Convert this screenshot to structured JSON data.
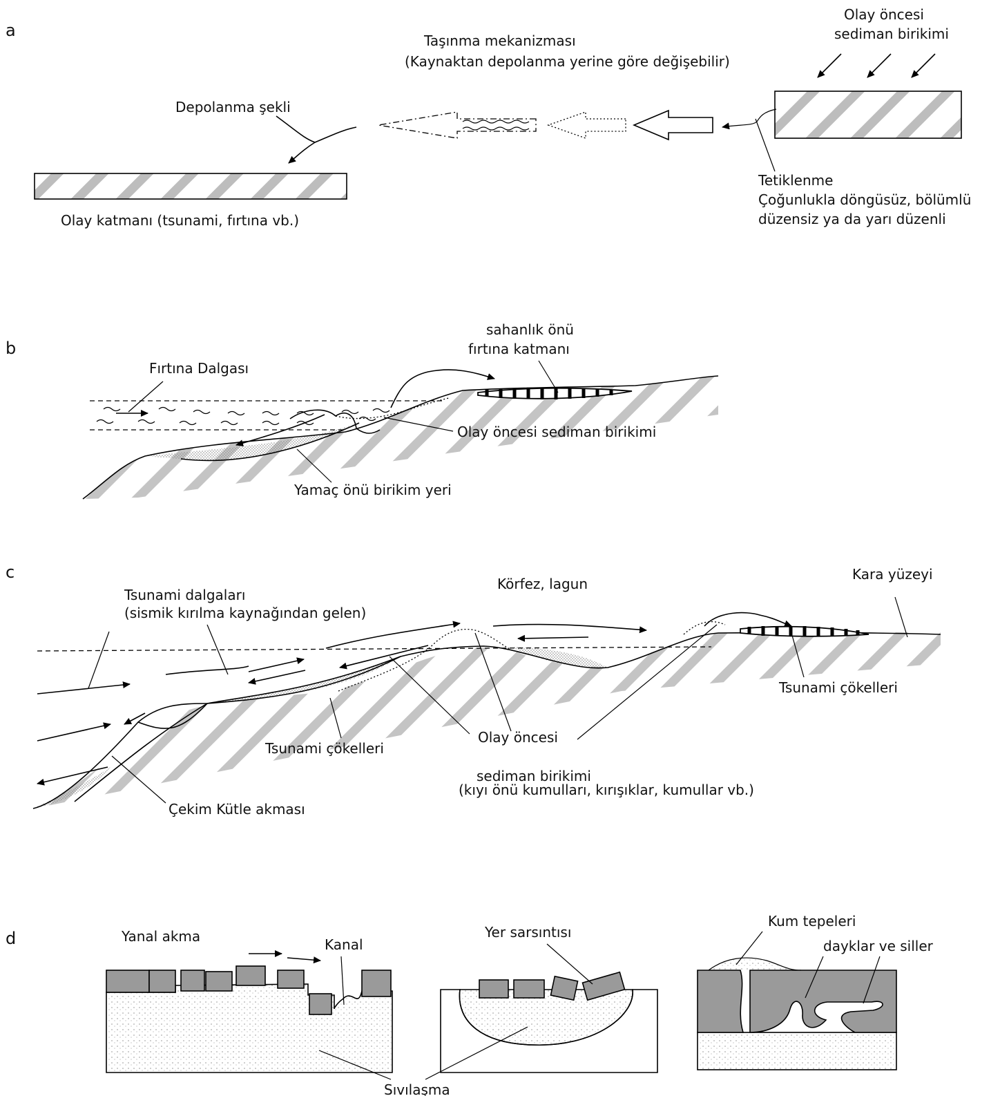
{
  "panels": {
    "a": {
      "letter": "a",
      "pre_event_line1": "Olay öncesi",
      "pre_event_line2": "sediman birikimi",
      "transport_line1": "Taşınma mekanizması",
      "transport_line2": "(Kaynaktan depolanma yerine göre değişebilir)",
      "deposition_label": "Depolanma şekli",
      "event_layer_label": "Olay katmanı (tsunami, fırtına vb.)",
      "trigger_line1": "Tetiklenme",
      "trigger_line2": "Çoğunlukla döngüsüz, bölümlü",
      "trigger_line3": "düzensiz ya da yarı düzenli"
    },
    "b": {
      "letter": "b",
      "storm_wave": "Fırtına Dalgası",
      "shelf_layer_line1": "sahanlık önü",
      "shelf_layer_line2": "fırtına katmanı",
      "pre_event": "Olay öncesi sediman birikimi",
      "slope_deposit": "Yamaç önü birikim yeri"
    },
    "c": {
      "letter": "c",
      "tsunami_waves_line1": "Tsunami dalgaları",
      "tsunami_waves_line2": "(sismik kırılma kaynağından gelen)",
      "bay_lagoon": "Körfez, lagun",
      "land_surface": "Kara yüzeyi",
      "tsunami_deposits_right": "Tsunami çökelleri",
      "tsunami_deposits_left": "Tsunami çökelleri",
      "pre_event_line1": "Olay öncesi",
      "pre_event_line2": "sediman birikimi",
      "pre_event_line3": "(kıyı önü kumulları, kırışıklar, kumullar vb.)",
      "mass_flow": "Çekim Kütle akması"
    },
    "d": {
      "letter": "d",
      "lateral_flow": "Yanal akma",
      "channel": "Kanal",
      "ground_shaking": "Yer sarsıntısı",
      "sand_volcanoes": "Kum tepeleri",
      "dikes_sills": "dayklar ve siller",
      "liquefaction": "Sıvılaşma"
    }
  },
  "colors": {
    "block_fill": "#9a9a9a",
    "stipple": "#8a8a8a",
    "line": "#000000"
  }
}
